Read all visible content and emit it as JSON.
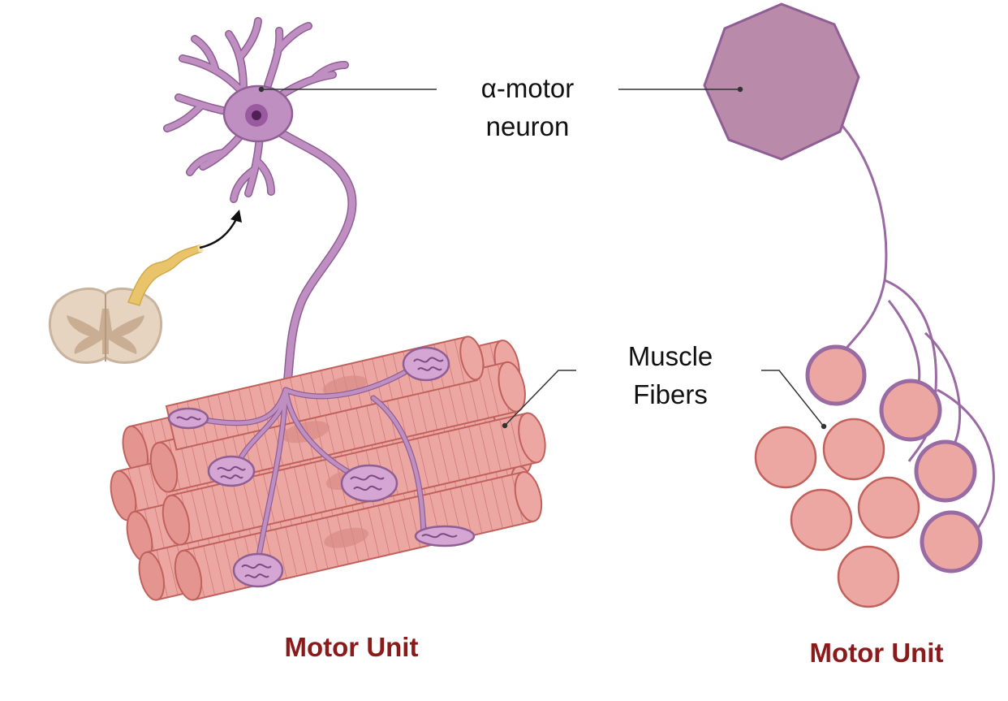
{
  "labels": {
    "neuron_line1": "α-motor",
    "neuron_line2": "neuron",
    "fibers_line1": "Muscle",
    "fibers_line2": "Fibers"
  },
  "titles": {
    "left": "Motor Unit",
    "right": "Motor Unit"
  },
  "colors": {
    "neuron": "#c08fc2",
    "neuron_dark": "#8e5e95",
    "soma_schematic": "#b98aaa",
    "muscle": "#eda7a3",
    "muscle_dark": "#c0615c",
    "title": "#8b1a1a",
    "spinal_cord": "#e6d3c0",
    "afferent": "#e9c46a"
  }
}
